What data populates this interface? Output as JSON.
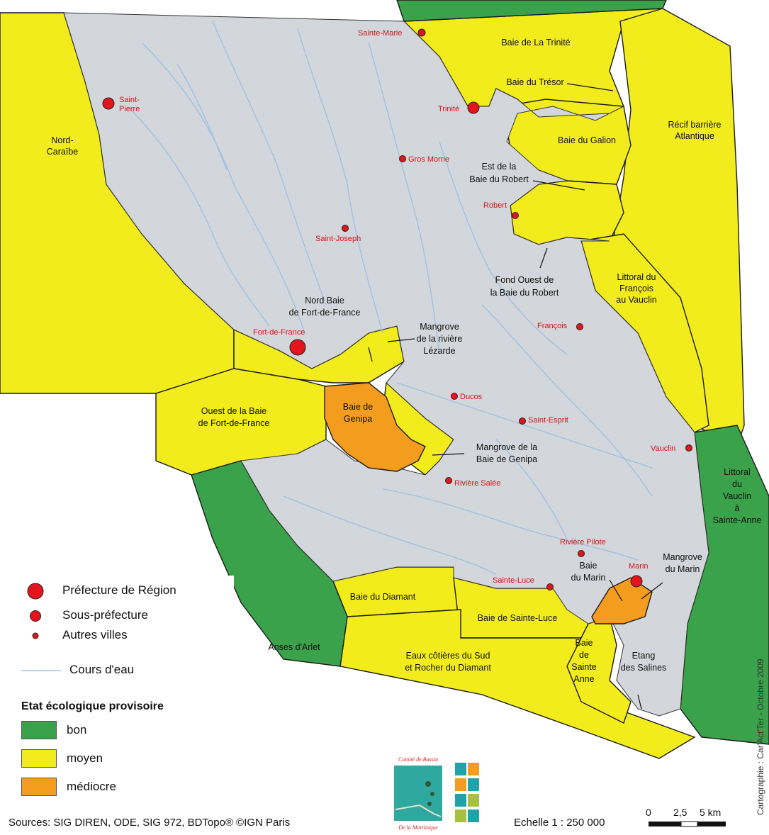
{
  "towns": {
    "sainte_marie": "Sainte-Marie",
    "saint_pierre": "Saint-\nPierre",
    "trinite": "Trinité",
    "gros_morne": "Gros Morne",
    "robert": "Robert",
    "saint_joseph": "Saint-Joseph",
    "fort_de_france": "Fort-de-France",
    "francois": "François",
    "ducos": "Ducos",
    "saint_esprit": "Saint-Esprit",
    "vauclin": "Vauclin",
    "riviere_salee": "Rivière Salée",
    "riviere_pilote": "Rivière Pilote",
    "sainte_luce": "Sainte-Luce",
    "marin": "Marin"
  },
  "zones": {
    "baie_trinite": "Baie de La Trinité",
    "baie_tresor": "Baie du Trésor",
    "baie_galion": "Baie du Galion",
    "recif": "Récif barrière\nAtlantique",
    "nord_caraibe": "Nord-\nCaraïbe",
    "est_robert": "Est de la\nBaie du Robert",
    "fond_ouest_robert": "Fond Ouest de\nla Baie du Robert",
    "littoral_francois": "Littoral du\nFrançois\nau Vauclin",
    "nord_baie_fdf": "Nord Baie\nde Fort-de-France",
    "mangrove_lezarde": "Mangrove\nde la rivière\nLézarde",
    "ouest_baie_fdf": "Ouest de la Baie\nde Fort-de-France",
    "baie_genipa": "Baie de\nGenipa",
    "mangrove_genipa": "Mangrove de la\nBaie de Genipa",
    "littoral_vauclin": "Littoral\ndu\nVauclin\nà\nSainte-Anne",
    "baie_marin": "Baie\ndu Marin",
    "mangrove_marin": "Mangrove\ndu Marin",
    "baie_diamant": "Baie du Diamant",
    "baie_sainte_luce": "Baie de Sainte-Luce",
    "anses_arlet": "Anses d'Arlet",
    "eaux_sud": "Eaux côtières du Sud\net Rocher du Diamant",
    "baie_sainte_anne": "Baie\nde\nSainte\nAnne",
    "etang_salines": "Etang\ndes Salines"
  },
  "legend": {
    "prefecture": "Préfecture de Région",
    "sous_prefecture": "Sous-préfecture",
    "autres_villes": "Autres villes",
    "cours_eau": "Cours d'eau",
    "etat_title": "Etat écologique provisoire",
    "bon": "bon",
    "moyen": "moyen",
    "mediocre": "médiocre"
  },
  "footer": {
    "sources": "Sources: SIG DIREN, ODE, SIG 972, BDTopo® ©IGN Paris",
    "scale": "Echelle 1 : 250 000",
    "sb0": "0",
    "sb1": "2,5",
    "sb2": "5 km",
    "credit": "Cartographie : Car'Act'Ter - Octobre 2009",
    "logo_top": "Comité de Bassin",
    "logo_bottom": "De la Martinique"
  },
  "colors": {
    "bon": "#3aa24a",
    "moyen": "#f2ec1c",
    "mediocre": "#f39c1e",
    "land": "#d3d6da",
    "river": "#9cc0e4",
    "town": "#e3141c"
  }
}
